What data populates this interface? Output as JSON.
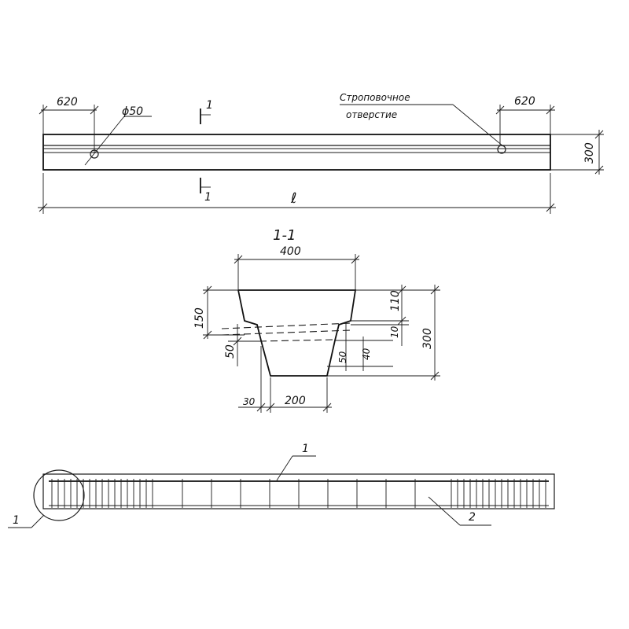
{
  "elevation": {
    "dim_left_end": "620",
    "dim_right_end": "620",
    "hole_dia": "ϕ50",
    "lifting_hole_note_line1": "Строповочное",
    "lifting_hole_note_line2": "отверстие",
    "height": "300",
    "length": "ℓ",
    "section_mark_top": "1",
    "section_mark_bottom": "1"
  },
  "section": {
    "title": "1-1",
    "top_width": "400",
    "flange_height": "150",
    "recess": "50",
    "dim_110": "110",
    "dim_10": "10",
    "total_height": "300",
    "dim_50_right": "50",
    "dim_40": "40",
    "offset_30": "30",
    "bottom_width": "200"
  },
  "reinforcement": {
    "label_1_top": "1",
    "label_1_left": "1",
    "label_2": "2"
  }
}
